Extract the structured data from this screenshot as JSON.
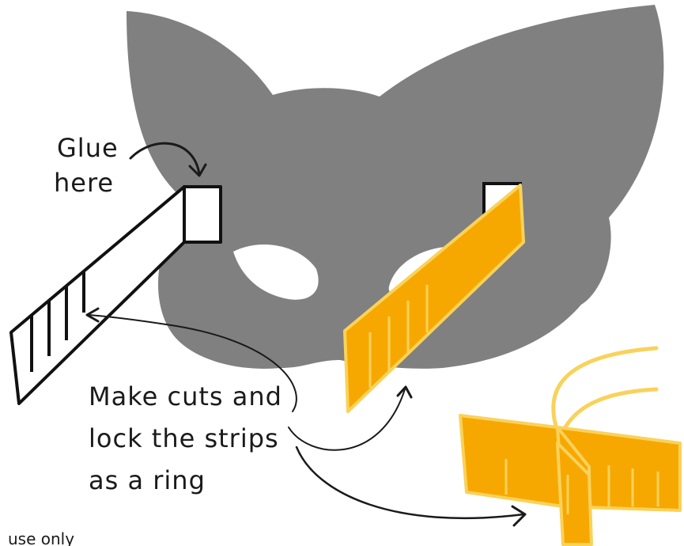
{
  "labels": {
    "glue_line1": "Glue",
    "glue_line2": "here",
    "cuts_line1": "Make cuts and",
    "cuts_line2": "lock the strips",
    "cuts_line3": "as a ring",
    "footer": "use only"
  },
  "colors": {
    "mask": "#808080",
    "strip_fill": "#f7a800",
    "strip_stroke": "#f9d25a",
    "outline": "#111111",
    "background": "#ffffff"
  },
  "icons": {
    "arrow_glue": "curved-arrow-icon",
    "arrow_left": "curved-arrow-icon",
    "arrow_right": "curved-arrow-icon",
    "arrow_ring": "curved-arrow-icon"
  }
}
